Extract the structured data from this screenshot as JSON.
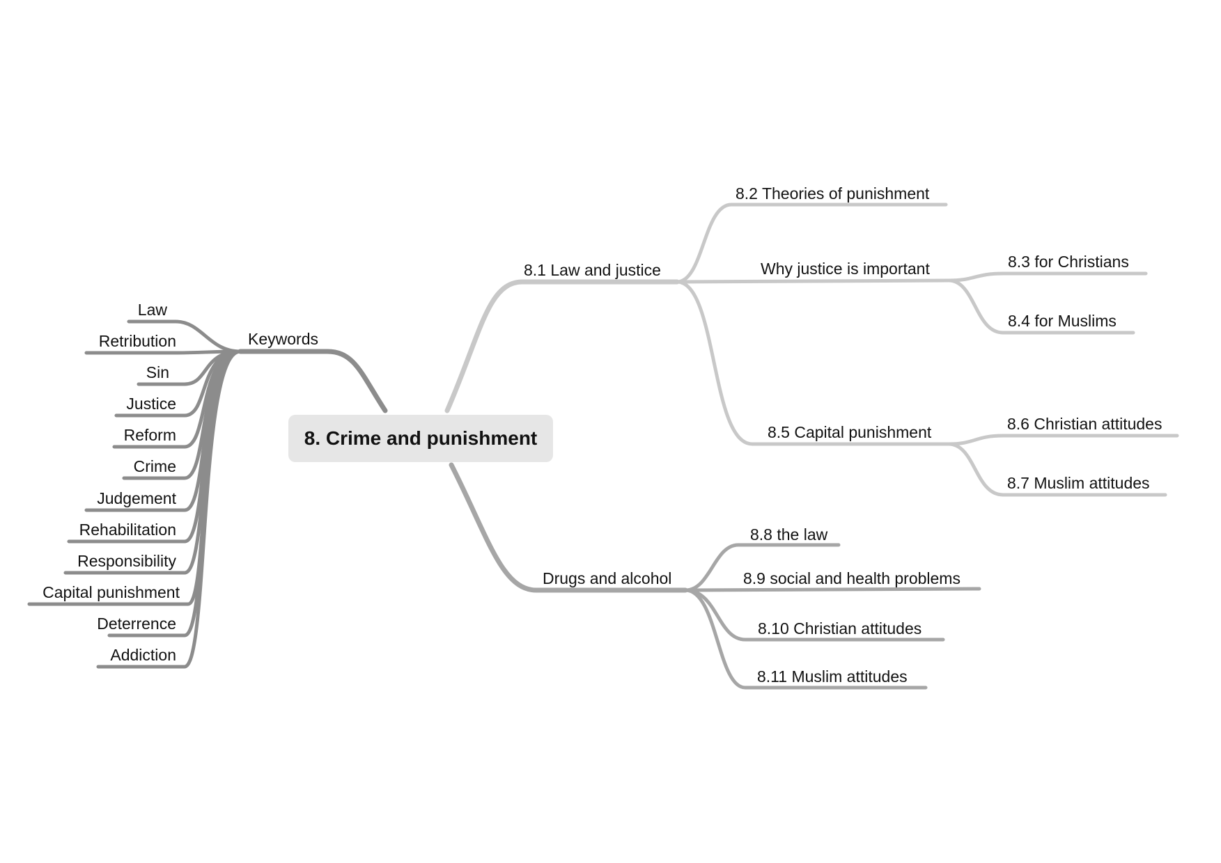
{
  "central": {
    "title": "8. Crime and punishment"
  },
  "keywords": {
    "label": "Keywords",
    "items": [
      "Law",
      "Retribution",
      "Sin",
      "Justice",
      "Reform",
      "Crime",
      "Judgement",
      "Rehabilitation",
      "Responsibility",
      "Capital punishment",
      "Deterrence",
      "Addiction"
    ]
  },
  "law_justice": {
    "label": "8.1 Law and justice",
    "theories": "8.2 Theories of punishment",
    "why_important": {
      "label": "Why justice is important",
      "children": [
        "8.3 for Christians",
        "8.4 for Muslims"
      ]
    },
    "capital": {
      "label": "8.5 Capital punishment",
      "children": [
        "8.6 Christian attitudes",
        "8.7 Muslim attitudes"
      ]
    }
  },
  "drugs": {
    "label": "Drugs and alcohol",
    "children": [
      "8.8 the law",
      "8.9 social and health problems",
      "8.10 Christian attitudes",
      "8.11 Muslim attitudes"
    ]
  },
  "colors": {
    "dark_branch": "#8c8c8c",
    "light_branch": "#c8c8c8",
    "mid_branch": "#a6a6a6",
    "central_bg": "#e6e6e6",
    "text": "#111111"
  }
}
